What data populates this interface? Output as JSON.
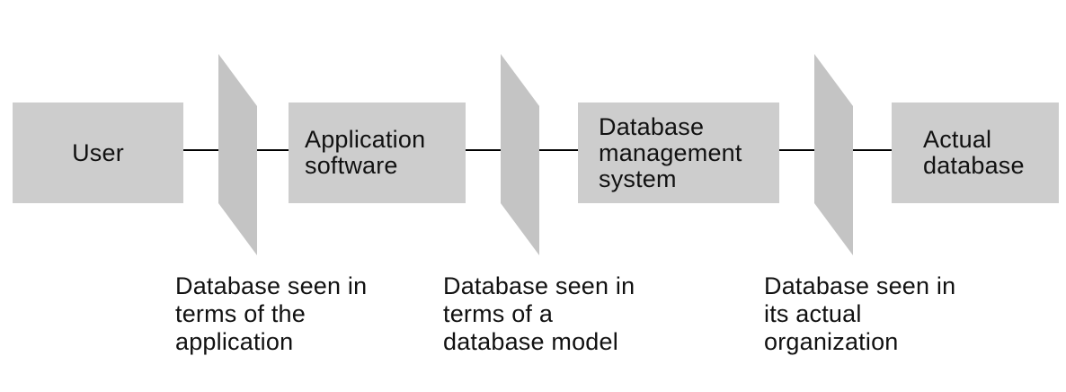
{
  "diagram": {
    "boxes": [
      {
        "label": "User"
      },
      {
        "label": "Application\nsoftware"
      },
      {
        "label": "Database\nmanagement\nsystem"
      },
      {
        "label": "Actual\ndatabase"
      }
    ],
    "captions": [
      {
        "text": "Database seen in\nterms of the\napplication"
      },
      {
        "text": "Database seen in\nterms of a\ndatabase model"
      },
      {
        "text": "Database seen in\nits actual\norganization"
      }
    ],
    "colors": {
      "box_fill": "#cdcdcd",
      "plane_fill": "#c4c4c4",
      "line": "#000000"
    }
  }
}
